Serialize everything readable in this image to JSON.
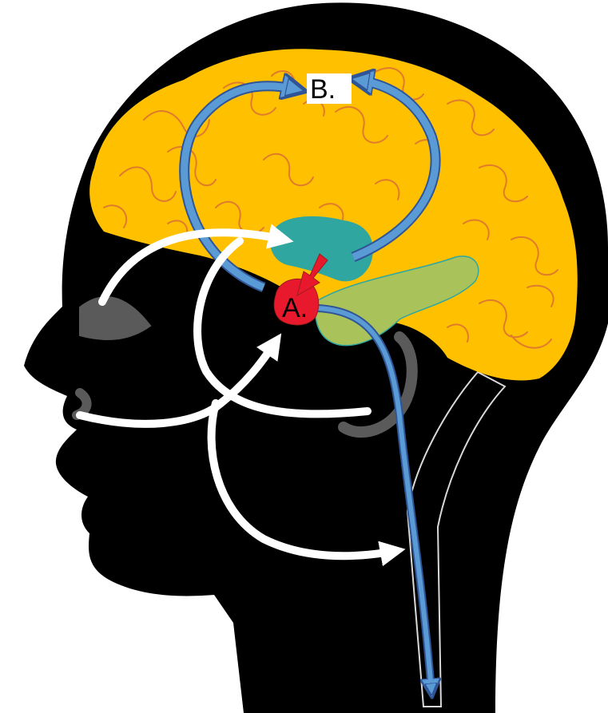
{
  "labels": {
    "a": "A.",
    "b": "B."
  },
  "colors": {
    "head": "#000000",
    "cortex": "#FFC000",
    "cortex_folds": "#E07B2C",
    "thalamus": "#2FA6A0",
    "temporal_lobe": "#A9C25A",
    "node_a": "#E8192C",
    "blue_arrows": "#5B9BD5",
    "white_arrows": "#FFFFFF",
    "gray_sense_organs": "#5A5A5A",
    "spinal_cord_outline": "#BFBFBF"
  },
  "icons": [
    "eye-shape",
    "ear-shape",
    "nose-shape",
    "spinal-cord",
    "red-arrow",
    "blue-arrow",
    "white-arrow"
  ]
}
